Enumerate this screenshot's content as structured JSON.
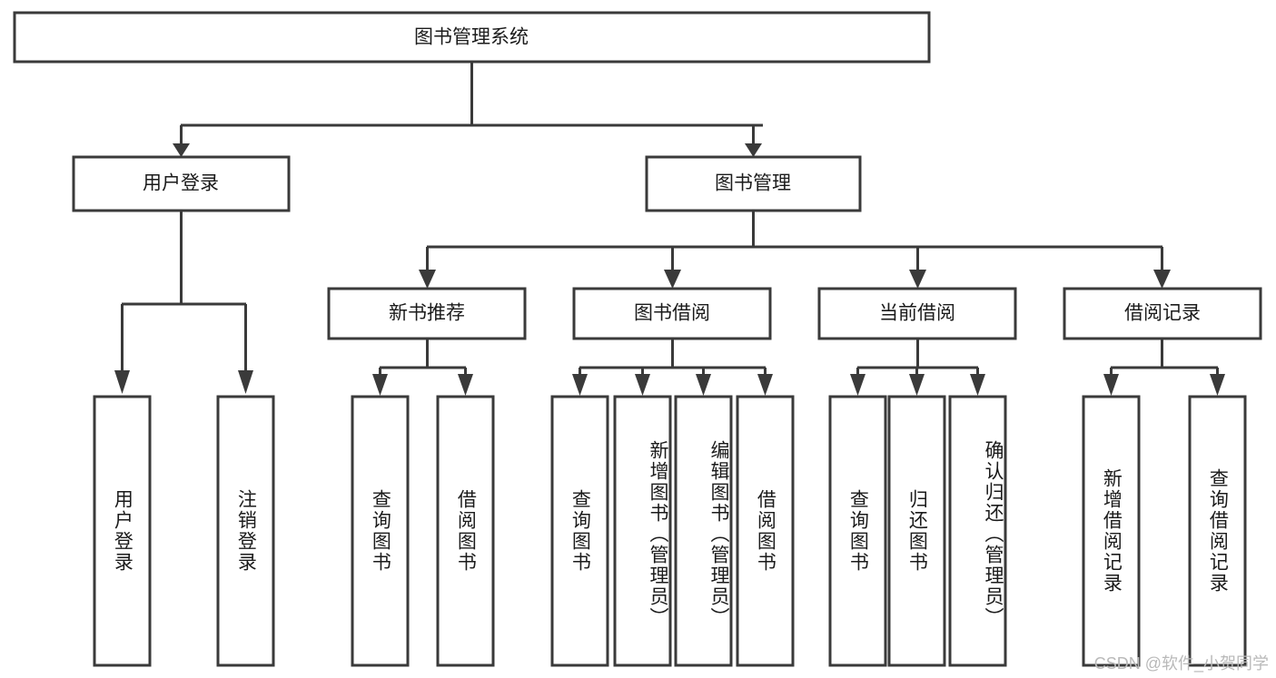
{
  "diagram": {
    "type": "tree",
    "title": "图书管理系统",
    "root": {
      "label": "图书管理系统"
    },
    "level2": [
      {
        "id": "user-login",
        "label": "用户登录"
      },
      {
        "id": "book-manage",
        "label": "图书管理"
      }
    ],
    "level3": [
      {
        "id": "new-book-rec",
        "label": "新书推荐",
        "parent": "book-manage"
      },
      {
        "id": "book-borrow",
        "label": "图书借阅",
        "parent": "book-manage"
      },
      {
        "id": "current-borrow",
        "label": "当前借阅",
        "parent": "book-manage"
      },
      {
        "id": "borrow-record",
        "label": "借阅记录",
        "parent": "book-manage"
      }
    ],
    "leaves": {
      "user-login": [
        {
          "id": "leaf-user-login",
          "label": "用户登录"
        },
        {
          "id": "leaf-user-logout",
          "label": "注销登录"
        }
      ],
      "new-book-rec": [
        {
          "id": "leaf-query-book-1",
          "label": "查询图书"
        },
        {
          "id": "leaf-borrow-book-1",
          "label": "借阅图书"
        }
      ],
      "book-borrow": [
        {
          "id": "leaf-query-book-2",
          "label": "查询图书"
        },
        {
          "id": "leaf-add-book",
          "label": "新增图书（管理员）"
        },
        {
          "id": "leaf-edit-book",
          "label": "编辑图书（管理员）"
        },
        {
          "id": "leaf-borrow-book-2",
          "label": "借阅图书"
        }
      ],
      "current-borrow": [
        {
          "id": "leaf-query-book-3",
          "label": "查询图书"
        },
        {
          "id": "leaf-return-book",
          "label": "归还图书"
        },
        {
          "id": "leaf-confirm-return",
          "label": "确认归还（管理员）"
        }
      ],
      "borrow-record": [
        {
          "id": "leaf-add-record",
          "label": "新增借阅记录"
        },
        {
          "id": "leaf-query-record",
          "label": "查询借阅记录"
        }
      ]
    },
    "colors": {
      "stroke": "#3a3a3a",
      "fill": "#ffffff",
      "text": "#1b1b1b",
      "watermark": "#b9b9b9"
    }
  },
  "watermark": {
    "text": "CSDN @软件_小贺同学"
  }
}
